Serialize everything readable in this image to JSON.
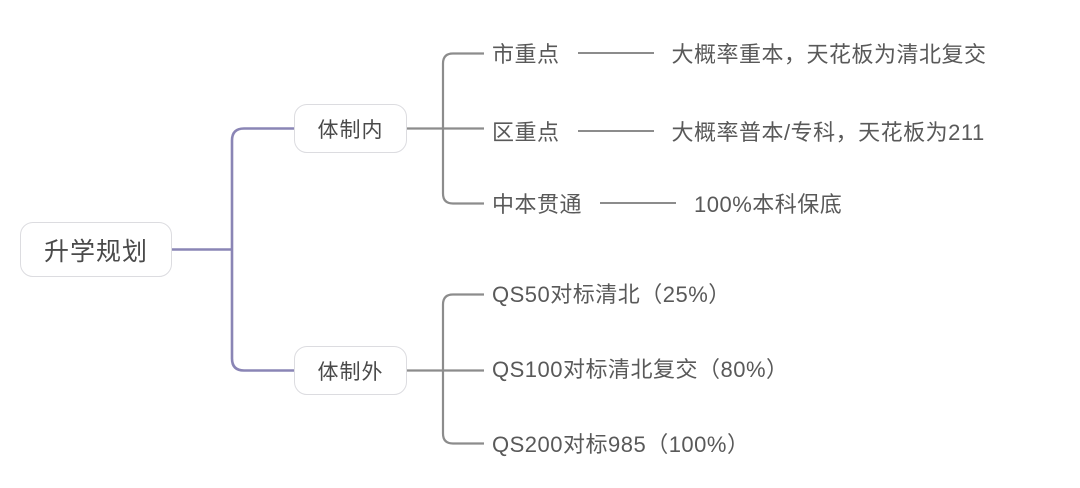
{
  "diagram": {
    "type": "mind-map",
    "orientation": "left-to-right",
    "root": {
      "label": "升学规划"
    },
    "colors": {
      "root_connector": "#8a85b5",
      "branch_connector": "#8c8c8c",
      "node_border": "#dcdce0",
      "node_fill": "#ffffff",
      "text": "#595959",
      "background": "#ffffff"
    },
    "branches": [
      {
        "label": "体制内",
        "leaves": [
          {
            "label": "市重点",
            "separator": "——",
            "detail": "大概率重本，天花板为清北复交"
          },
          {
            "label": "区重点",
            "separator": "——",
            "detail": "大概率普本/专科，天花板为211"
          },
          {
            "label": "中本贯通",
            "separator": "——",
            "detail": "100%本科保底"
          }
        ]
      },
      {
        "label": "体制外",
        "leaves": [
          {
            "label": "QS50对标清北（25%）",
            "separator": "",
            "detail": ""
          },
          {
            "label": "QS100对标清北复交（80%）",
            "separator": "",
            "detail": ""
          },
          {
            "label": "QS200对标985（100%）",
            "separator": "",
            "detail": ""
          }
        ]
      }
    ]
  }
}
